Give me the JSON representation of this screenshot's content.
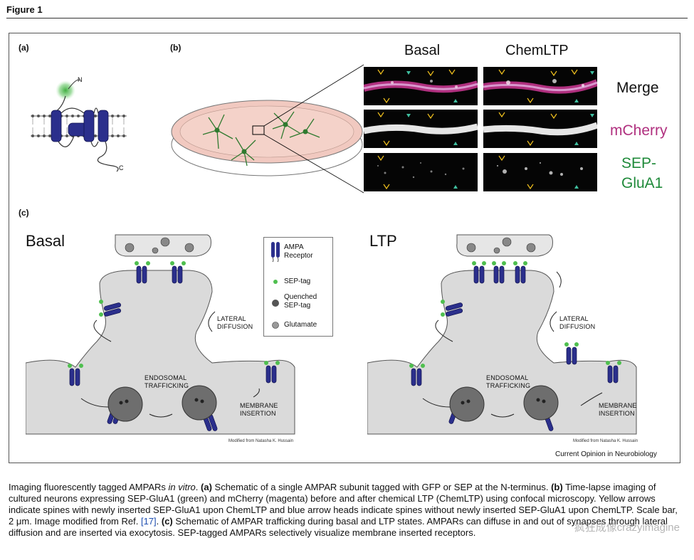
{
  "figure_label": "Figure 1",
  "panels": {
    "a": "(a)",
    "b": "(b)",
    "c": "(c)"
  },
  "panel_a": {
    "n_label": "N",
    "c_label": "C"
  },
  "panel_b": {
    "col_basal": "Basal",
    "col_chemltp": "ChemLTP",
    "row_merge": "Merge",
    "row_mcherry": "mCherry",
    "row_sep_line1": "SEP-",
    "row_sep_line2": "GluA1"
  },
  "panel_c": {
    "basal_title": "Basal",
    "ltp_title": "LTP",
    "lateral_diffusion_1": "LATERAL",
    "lateral_diffusion_2": "DIFFUSION",
    "endosomal_1": "ENDOSOMAL",
    "endosomal_2": "TRAFFICKING",
    "membrane_1": "MEMBRANE",
    "membrane_2": "INSERTION",
    "credit": "Modified from Natasha K. Hussain",
    "legend": {
      "ampa_1": "AMPA",
      "ampa_2": "Receptor",
      "sep": "SEP-tag",
      "quenched_1": "Quenched",
      "quenched_2": "SEP-tag",
      "glutamate": "Glutamate"
    }
  },
  "journal": "Current Opinion in Neurobiology",
  "caption": {
    "t1": "Imaging fluorescently tagged AMPARs ",
    "t1_italic": "in vitro",
    "t2": ". ",
    "a_label": "(a)",
    "t3": " Schematic of a single AMPAR subunit tagged with GFP or SEP at the N-terminus. ",
    "b_label": "(b)",
    "t4": " Time-lapse imaging of cultured neurons expressing SEP-GluA1 (green) and mCherry (magenta) before and after chemical LTP (ChemLTP) using confocal microscopy. Yellow arrows indicate spines with newly inserted SEP-GluA1 upon ChemLTP and blue arrow heads indicate spines without newly inserted SEP-GluA1 upon ChemLTP. Scale bar, 2 μm. Image modified from Ref. ",
    "ref": "[17]",
    "t5": ". ",
    "c_label": "(c)",
    "t6": " Schematic of AMPAR trafficking during basal and LTP states. AMPARs can diffuse in and out of synapses through lateral diffusion and are inserted via exocytosis. SEP-tagged AMPARs selectively visualize membrane inserted receptors."
  },
  "watermark": "疯狂成像crazyimagine",
  "colors": {
    "receptor_blue": "#2b2f8c",
    "sep_green": "#4fbf4f",
    "mcherry_magenta": "#b0307f",
    "sep_label_green": "#1f8a3a",
    "cell_grey": "#dadada"
  }
}
